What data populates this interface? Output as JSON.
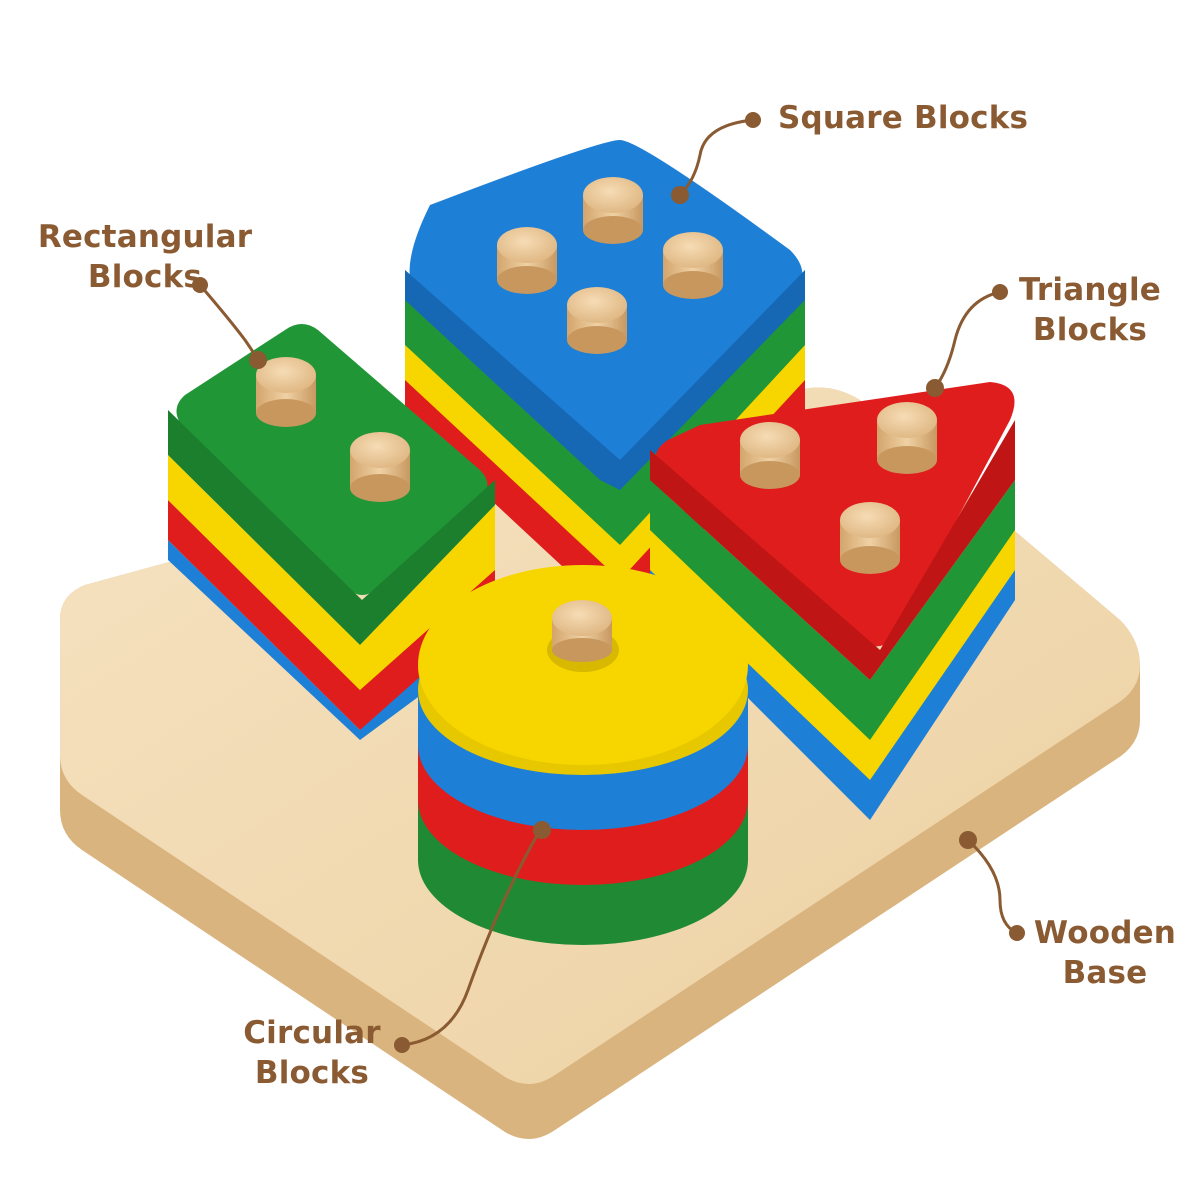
{
  "labels": {
    "square_blocks": "Square Blocks",
    "rectangular_line1": "Rectangular",
    "rectangular_line2": "Blocks",
    "triangle_line1": "Triangle",
    "triangle_line2": "Blocks",
    "wooden_line1": "Wooden",
    "wooden_line2": "Base",
    "circular_line1": "Circular",
    "circular_line2": "Blocks"
  },
  "colors": {
    "label_text": "#8a5a32",
    "leader_line": "#8a5a32",
    "wood": "#f2d9b0",
    "wood_edge": "#d9b47e",
    "blue": "#1e7fd6",
    "green": "#219637",
    "yellow": "#f7d600",
    "red": "#e01d1d",
    "peg": "#e9c79a"
  },
  "icons": [
    "wooden-base",
    "square-blocks-stack",
    "rectangular-blocks-stack",
    "triangle-blocks-stack",
    "circular-blocks-stack",
    "wooden-peg"
  ]
}
